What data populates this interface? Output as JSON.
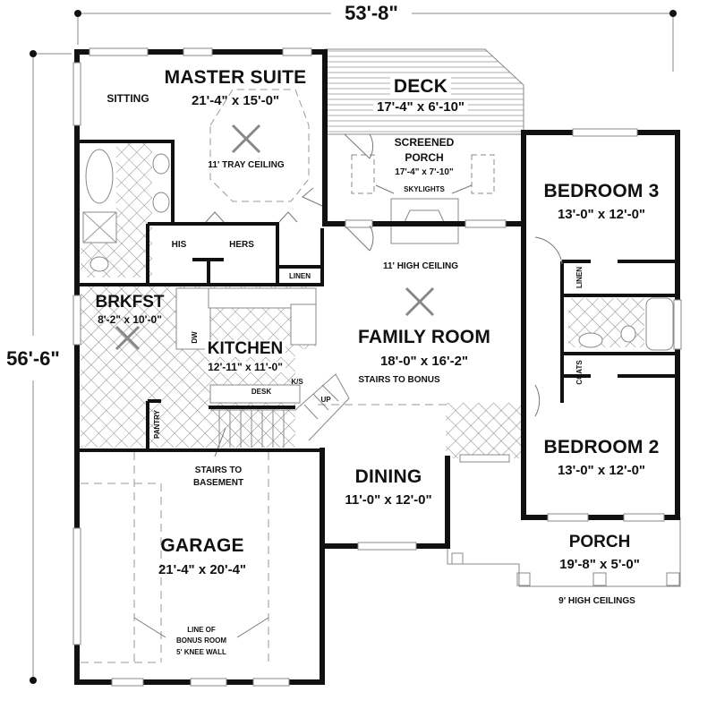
{
  "overall": {
    "width": "53'-8\"",
    "depth": "56'-6\""
  },
  "rooms": {
    "master_suite": {
      "name": "MASTER SUITE",
      "size": "21'-4\" x 15'-0\"",
      "note": "11' TRAY CEILING",
      "sitting": "SITTING"
    },
    "deck": {
      "name": "DECK",
      "size": "17'-4\" x 6'-10\""
    },
    "screened_porch": {
      "name_line1": "SCREENED",
      "name_line2": "PORCH",
      "size": "17'-4\" x 7'-10\"",
      "note": "SKYLIGHTS"
    },
    "bedroom3": {
      "name": "BEDROOM 3",
      "size": "13'-0\" x 12'-0\""
    },
    "his_hers": {
      "his": "HIS",
      "hers": "HERS"
    },
    "linen_hall": "LINEN",
    "linen_bed": "LINEN",
    "coats": "COATS",
    "family_room": {
      "name": "FAMILY ROOM",
      "size": "18'-0\" x 16'-2\"",
      "note": "11' HIGH CEILING",
      "stairs": "STAIRS TO BONUS"
    },
    "brkfst": {
      "name": "BRKFST",
      "size": "8'-2\" x 10'-0\""
    },
    "kitchen": {
      "name": "KITCHEN",
      "size": "12'-11\" x 11'-0\"",
      "desk": "DESK",
      "ks": "K/S",
      "dw": "DW",
      "up": "UP"
    },
    "pantry": "PANTRY",
    "bedroom2": {
      "name": "BEDROOM 2",
      "size": "13'-0\" x 12'-0\""
    },
    "dining": {
      "name": "DINING",
      "size": "11'-0\" x 12'-0\""
    },
    "garage": {
      "name": "GARAGE",
      "size": "21'-4\" x 20'-4\"",
      "stairs_line1": "STAIRS TO",
      "stairs_line2": "BASEMENT",
      "bonus_line1": "LINE OF",
      "bonus_line2": "BONUS ROOM",
      "bonus_line3": "5' KNEE WALL"
    },
    "porch": {
      "name": "PORCH",
      "size": "19'-8\" x 5'-0\"",
      "note": "9' HIGH CEILINGS"
    }
  },
  "colors": {
    "wall": "#111111",
    "line": "#777777",
    "light": "#aaaaaa",
    "background": "#ffffff"
  }
}
